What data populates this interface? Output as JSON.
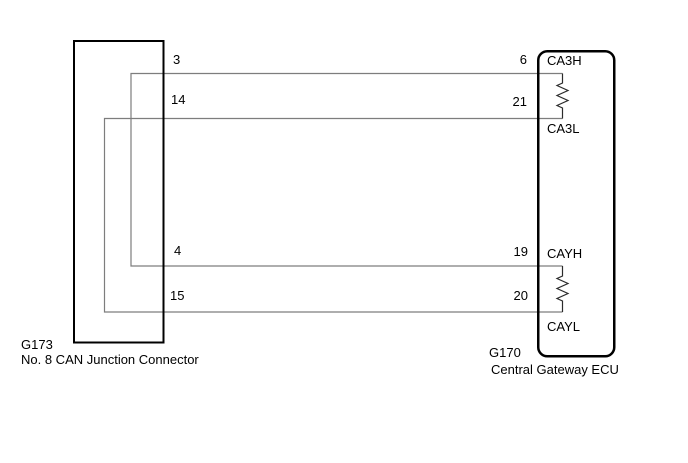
{
  "diagram": {
    "type": "wiring-diagram",
    "left_connector": {
      "code": "G173",
      "name": "No. 8 CAN Junction Connector",
      "pins": [
        {
          "number": "3"
        },
        {
          "number": "14"
        },
        {
          "number": "4"
        },
        {
          "number": "15"
        }
      ]
    },
    "right_connector": {
      "code": "G170",
      "name": "Central Gateway ECU",
      "pins": [
        {
          "number": "6",
          "terminal": "CA3H"
        },
        {
          "number": "21",
          "terminal": "CA3L"
        },
        {
          "number": "19",
          "terminal": "CAYH"
        },
        {
          "number": "20",
          "terminal": "CAYL"
        }
      ]
    },
    "connections": [
      {
        "from": "G173 pin 3",
        "to": "G170 pin 6 (CA3H)"
      },
      {
        "from": "G173 pin 14",
        "to": "G170 pin 21 (CA3L)"
      },
      {
        "from": "G173 pin 4",
        "to": "G170 pin 19 (CAYH)"
      },
      {
        "from": "G173 pin 15",
        "to": "G170 pin 20 (CAYL)"
      },
      {
        "from": "G173 pin 3",
        "to": "G173 pin 4",
        "note": "internal junction (CAN high bus)"
      },
      {
        "from": "G173 pin 14",
        "to": "G173 pin 15",
        "note": "internal junction (CAN low bus)"
      },
      {
        "from": "CA3H",
        "to": "CA3L",
        "note": "terminating resistor inside ECU"
      },
      {
        "from": "CAYH",
        "to": "CAYL",
        "note": "terminating resistor inside ECU"
      }
    ],
    "colors": {
      "wire": "#7d7d7d",
      "outline": "#000000",
      "background": "#ffffff"
    }
  }
}
